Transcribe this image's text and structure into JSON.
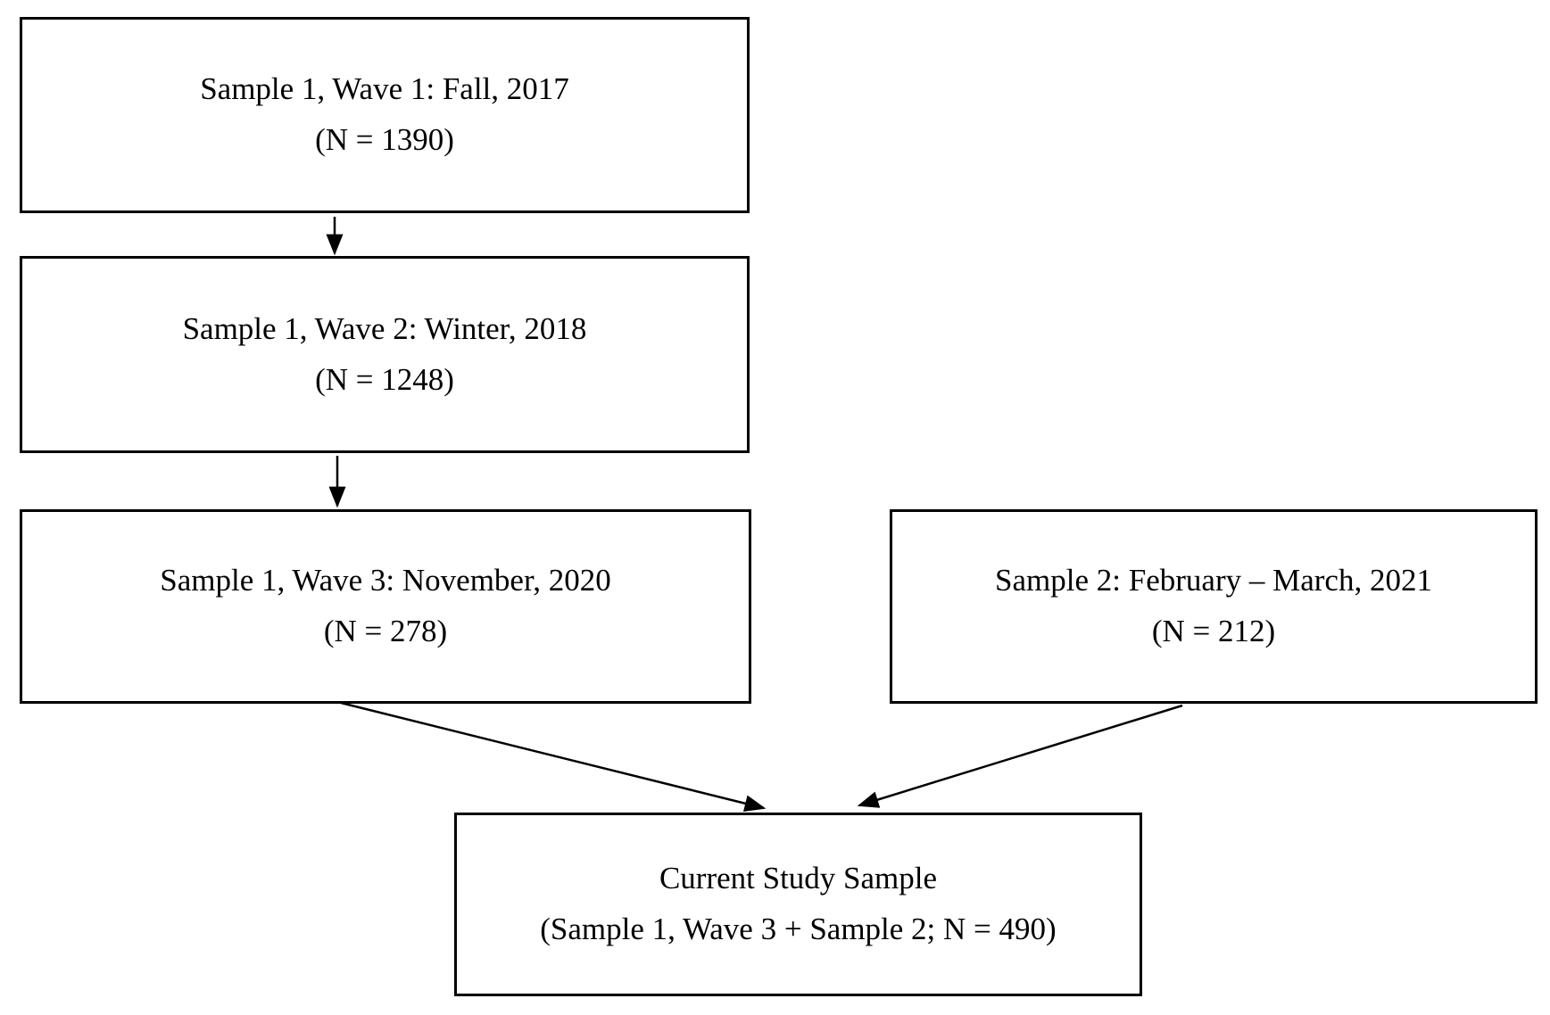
{
  "diagram": {
    "type": "flowchart",
    "background_color": "#ffffff",
    "box_border_color": "#000000",
    "text_color": "#000000",
    "arrow_color": "#000000",
    "nodes": [
      {
        "id": "sample1-wave1",
        "line1": "Sample 1, Wave 1: Fall, 2017",
        "line2": "(N = 1390)"
      },
      {
        "id": "sample1-wave2",
        "line1": "Sample 1, Wave 2: Winter, 2018",
        "line2": "(N = 1248)"
      },
      {
        "id": "sample1-wave3",
        "line1": "Sample 1, Wave 3: November, 2020",
        "line2": "(N = 278)"
      },
      {
        "id": "sample2",
        "line1": "Sample 2: February – March, 2021",
        "line2": "(N = 212)"
      },
      {
        "id": "current-study",
        "line1": "Current Study Sample",
        "line2": "(Sample 1, Wave 3 + Sample 2; N = 490)"
      }
    ],
    "edges": [
      {
        "from": "sample1-wave1",
        "to": "sample1-wave2",
        "style": "vertical-arrow"
      },
      {
        "from": "sample1-wave2",
        "to": "sample1-wave3",
        "style": "vertical-arrow"
      },
      {
        "from": "sample1-wave3",
        "to": "current-study",
        "style": "diagonal-arrow"
      },
      {
        "from": "sample2",
        "to": "current-study",
        "style": "diagonal-arrow"
      }
    ]
  }
}
